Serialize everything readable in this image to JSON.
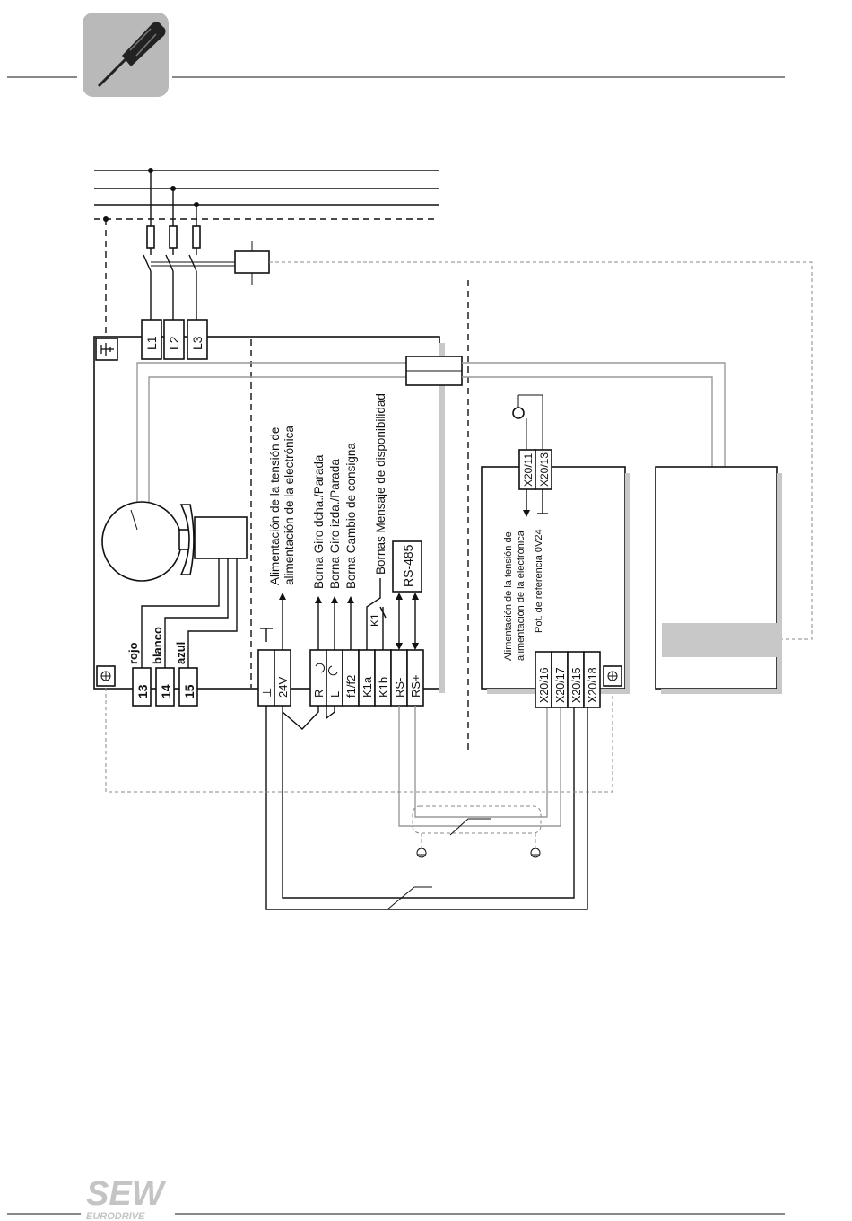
{
  "header": {
    "tool_icon": "screwdriver-icon"
  },
  "terminals": {
    "mains": [
      "L1",
      "L2",
      "L3"
    ],
    "motor": [
      "13",
      "14",
      "15"
    ],
    "control": [
      "24V",
      "R",
      "L",
      "f1/f2",
      "K1a",
      "K1b",
      "RS-",
      "RS+"
    ],
    "ground_symbol": "⊥",
    "module_right": [
      "X20/16",
      "X20/17",
      "X20/15",
      "X20/18"
    ],
    "module_top": [
      "X20/11",
      "X20/13"
    ]
  },
  "wire_colors": [
    "rojo",
    "blanco",
    "azul"
  ],
  "labels": {
    "supply": [
      "Alimentación de la tensión de",
      "alimentación de la electrónica"
    ],
    "borna_r": "Borna Giro dcha./Parada",
    "borna_l": "Borna Giro izda./Parada",
    "borna_f": "Borna Cambio de consigna",
    "borna_k": "Bornas Mensaje de disponibilidad",
    "rs485": "RS-485",
    "k1": "K1",
    "module_supply": [
      "Alimentación de la tensión de",
      "alimentación de la electrónica"
    ],
    "module_ref": "Pot. de referencia 0V24"
  },
  "footer": {
    "brand": "SEW",
    "sub": "EURODRIVE"
  }
}
